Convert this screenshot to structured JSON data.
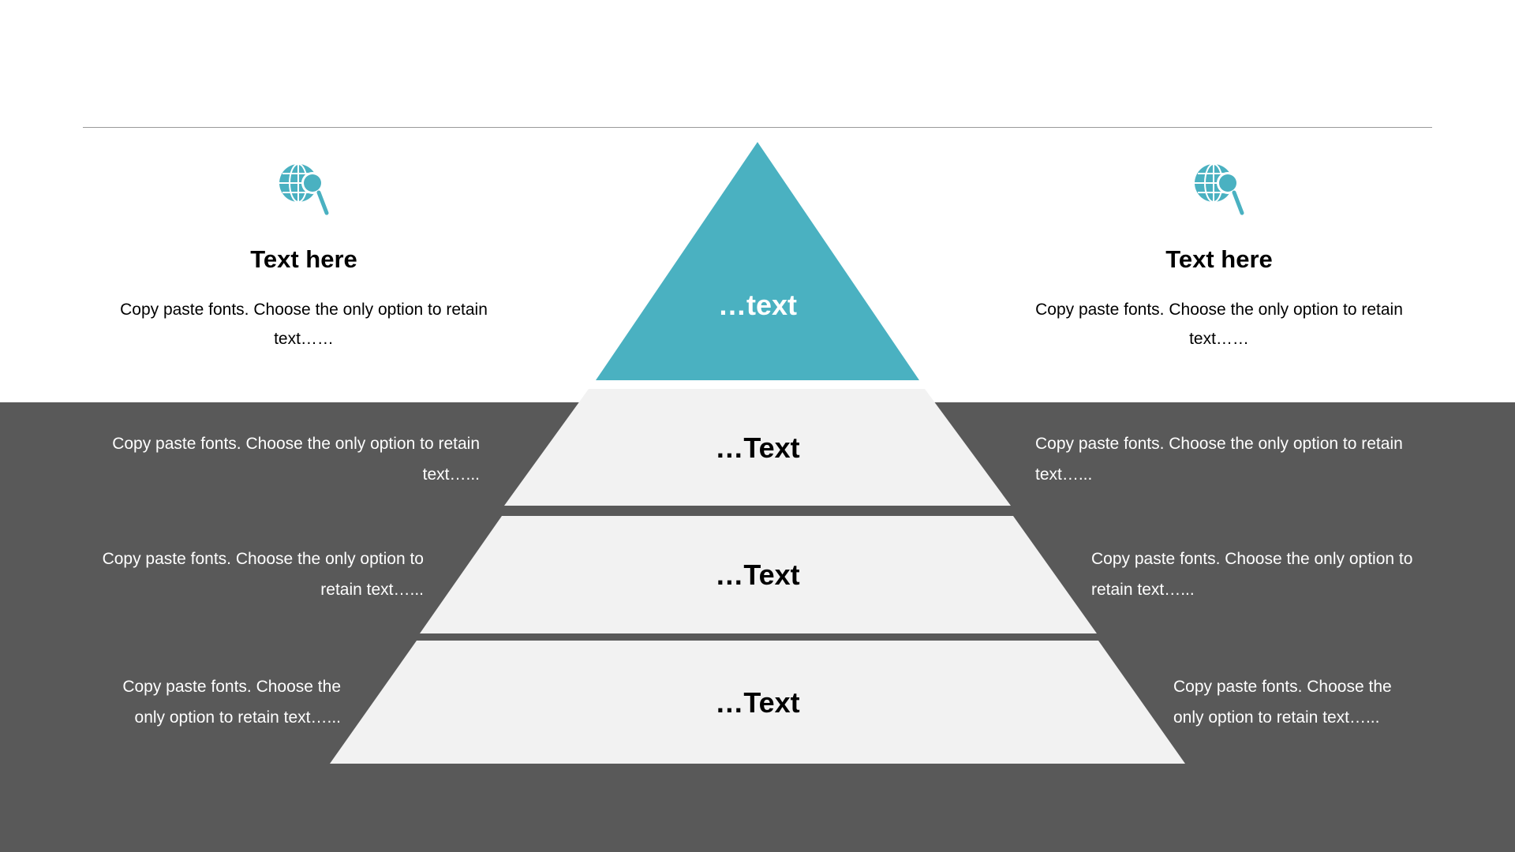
{
  "pyramid": {
    "levels": [
      {
        "label": "…text"
      },
      {
        "label": "…Text"
      },
      {
        "label": "…Text"
      },
      {
        "label": "…Text"
      }
    ]
  },
  "top_left": {
    "icon": "globe-search-icon",
    "title": "Text here",
    "description": "Copy paste fonts. Choose the only option to retain text……"
  },
  "top_right": {
    "icon": "globe-search-icon",
    "title": "Text here",
    "description": "Copy paste fonts. Choose the only option to retain text……"
  },
  "left_descriptions": [
    "Copy paste fonts. Choose the only option to retain text…...",
    "Copy paste fonts. Choose the only option to retain text…...",
    "Copy paste fonts. Choose the only option to retain text…..."
  ],
  "right_descriptions": [
    "Copy paste fonts. Choose the only option to retain text…...",
    "Copy paste fonts. Choose the only option to retain text…...",
    "Copy paste fonts. Choose the only option to retain text…..."
  ],
  "colors": {
    "accent": "#4AB1C1",
    "band": "#595959",
    "tier": "#F2F2F2",
    "divider": "#999999"
  }
}
